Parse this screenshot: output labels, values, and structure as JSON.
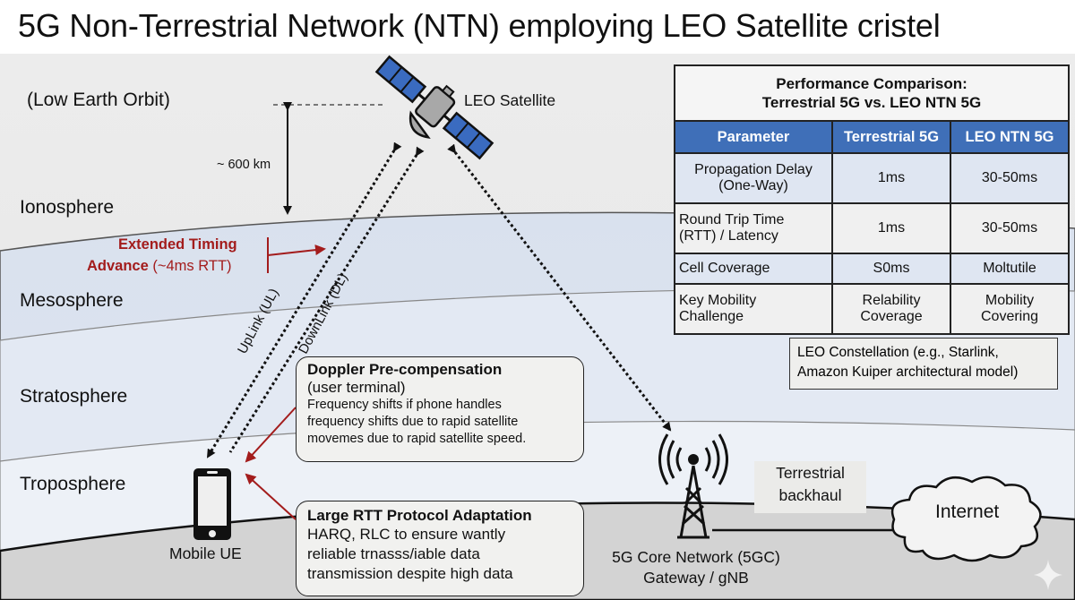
{
  "title": "5G Non-Terrestrial Network (NTN) employing LEO Satellite cristel",
  "orbit": {
    "label": "(Low Earth Orbit)",
    "altitude_label": "~ 600 km",
    "satellite_label": "LEO Satellite"
  },
  "layers": [
    "Ionosphere",
    "Mesosphere",
    "Stratosphere",
    "Troposphere"
  ],
  "timing_advance": {
    "bold": "Extended Timing",
    "bold2": "Advance",
    "rest": " (~4ms RTT)"
  },
  "links": {
    "uplink": "UpLink (UL)",
    "downlink": "DownLink (DL)"
  },
  "doppler_box": {
    "heading": "Doppler Pre-compensation",
    "subheading": "(user terminal)",
    "lines": [
      "Frequency shifts if phone handles",
      "frequency shifts due to rapid satellite",
      "movemes due to rapid satellite speed."
    ]
  },
  "rtt_box": {
    "heading": "Large RTT Protocol Adaptation",
    "lines": [
      "HARQ, RLC to ensure wantly",
      "reliable trnasss/iable data",
      "transmission despite high data"
    ]
  },
  "mobile_ue_label": "Mobile UE",
  "gateway": {
    "line1": "5G Core Network (5GC)",
    "line2": "Gateway / gNB"
  },
  "backhaul": {
    "line1": "Terrestrial",
    "line2": "backhaul"
  },
  "internet_label": "Internet",
  "performance_table": {
    "caption_line1": "Performance Comparison:",
    "caption_line2": "Terrestrial 5G vs. LEO NTN 5G",
    "headers": [
      "Parameter",
      "Terrestrial 5G",
      "LEO NTN 5G"
    ],
    "rows": [
      {
        "param": [
          "Propagation Delay",
          "(One-Way)"
        ],
        "terrestrial": [
          "1ms"
        ],
        "leo": [
          "30-50ms"
        ]
      },
      {
        "param": [
          "Round Trip Time",
          "(RTT) / Latency"
        ],
        "terrestrial": [
          "1ms"
        ],
        "leo": [
          "30-50ms"
        ]
      },
      {
        "param": [
          "Cell Coverage"
        ],
        "terrestrial": [
          "S0ms"
        ],
        "leo": [
          "Moltutile"
        ]
      },
      {
        "param": [
          "Key Mobility",
          "Challenge"
        ],
        "terrestrial": [
          "Relability",
          "Coverage"
        ],
        "leo": [
          "Mobility",
          "Covering"
        ]
      }
    ]
  },
  "constellation_note": {
    "line1": "LEO Constellation (e.g., Starlink,",
    "line2": "Amazon Kuiper architectural model)"
  },
  "colors": {
    "table_header": "#3f6fb8",
    "annotation_red": "#a31c1c",
    "solar_panel": "#3a6bc0",
    "ground": "#d4d4d4"
  }
}
